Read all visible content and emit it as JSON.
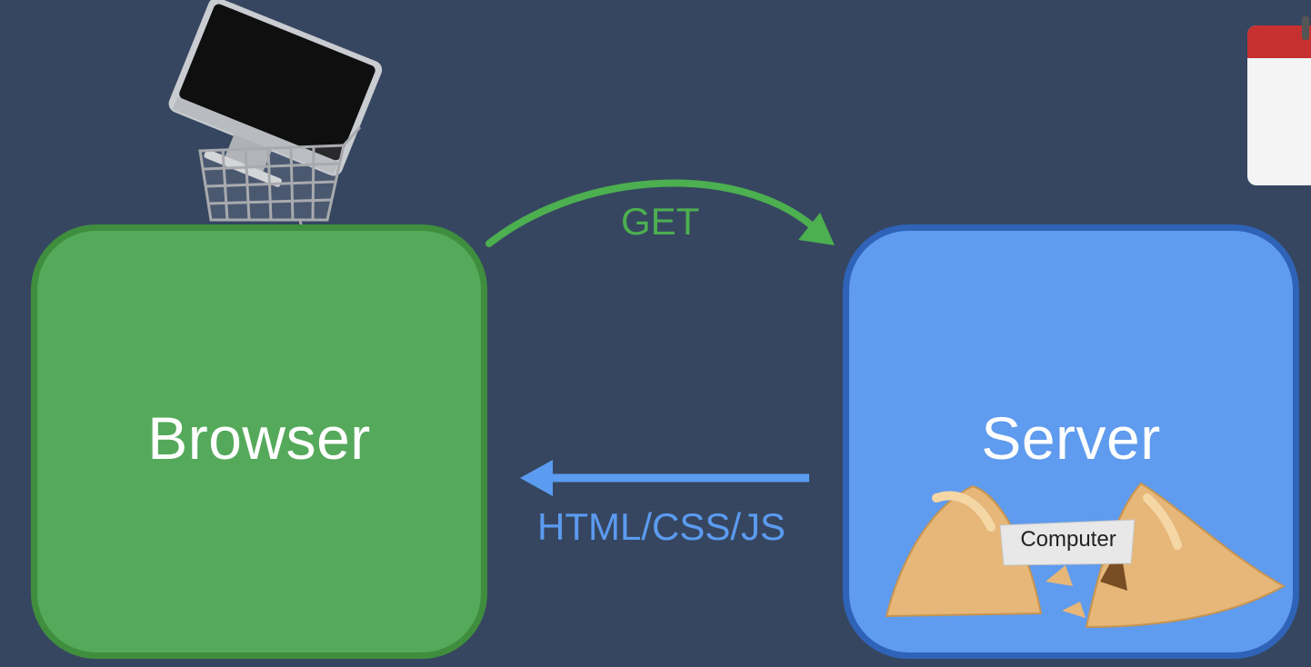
{
  "nodes": {
    "browser": {
      "label": "Browser",
      "fill": "#55a95b",
      "border": "#3f8e3d"
    },
    "server": {
      "label": "Server",
      "fill": "#5f9bee",
      "border": "#2e63b8"
    }
  },
  "edges": {
    "request": {
      "label": "GET",
      "color": "#4caf50"
    },
    "response": {
      "label": "HTML/CSS/JS",
      "color": "#5b9bf0"
    }
  },
  "fortune_slip": {
    "text": "Computer"
  },
  "icons": [
    "shopping-cart-icon",
    "imac-computer-icon",
    "fortune-cookie-icon",
    "calendar-icon"
  ],
  "colors": {
    "background": "#364660"
  }
}
